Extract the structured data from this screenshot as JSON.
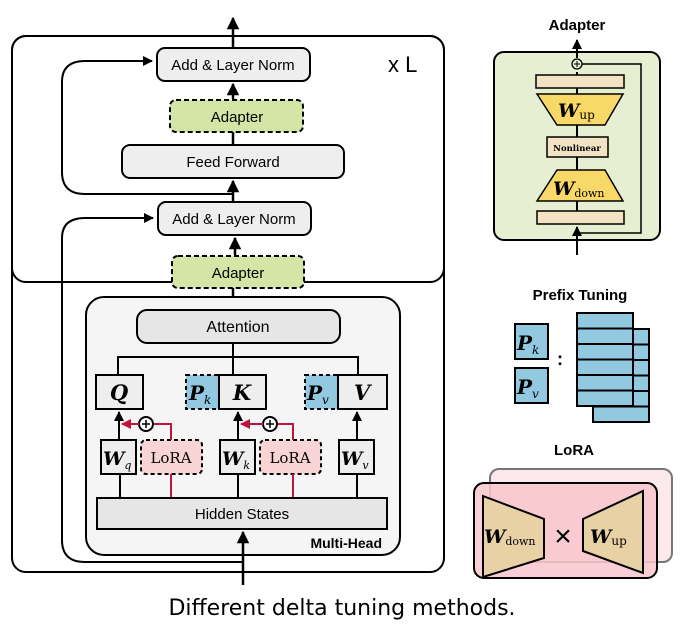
{
  "main_diagram": {
    "repeat_label": "x L",
    "blocks": {
      "add_norm_top": "Add & Layer Norm",
      "adapter_top": "Adapter",
      "feed_forward": "Feed Forward",
      "add_norm_bottom": "Add & Layer Norm",
      "adapter_bottom": "Adapter",
      "attention": "Attention",
      "hidden_states": "Hidden States",
      "multi_head": "Multi-Head"
    },
    "qkv": {
      "q": "Q",
      "k": "K",
      "v": "V",
      "pk_main": "P",
      "pk_sub": "k",
      "pv_main": "P",
      "pv_sub": "v"
    },
    "weights": {
      "wq_main": "W",
      "wq_sub": "q",
      "wk_main": "W",
      "wk_sub": "k",
      "wv_main": "W",
      "wv_sub": "v"
    },
    "lora_label": "LoRA",
    "plus": "+"
  },
  "adapter_panel": {
    "title": "Adapter",
    "w_up_main": "W",
    "w_up_sub": "up",
    "nonlinear": "Nonlinear",
    "w_down_main": "W",
    "w_down_sub": "down"
  },
  "prefix_panel": {
    "title": "Prefix Tuning",
    "pk_main": "P",
    "pk_sub": "k",
    "pv_main": "P",
    "pv_sub": "v",
    "colon": ":"
  },
  "lora_panel": {
    "title": "LoRA",
    "w_down_main": "W",
    "w_down_sub": "down",
    "times": "×",
    "w_up_main": "W",
    "w_up_sub": "up"
  },
  "caption": "Different delta tuning methods.",
  "colors": {
    "block_gray": "#eeeeee",
    "adapter_green": "#d4e5a5",
    "prefix_blue": "#92c9e0",
    "lora_pink": "#f9d4d4",
    "lora_red": "#c0143c",
    "adapter_bg": "#e7efd3",
    "adapter_yellow": "#f8d867",
    "adapter_bar": "#f1e3c4",
    "lora_panel_pink": "#f8c6cc",
    "lora_tan": "#e9d1a6"
  }
}
